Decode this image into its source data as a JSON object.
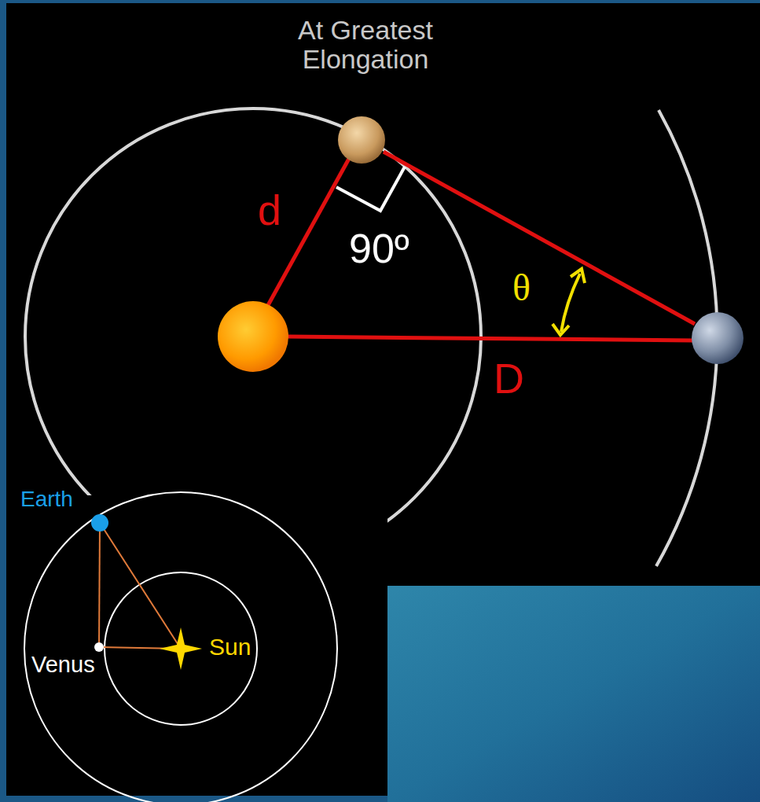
{
  "diagram": {
    "title": "At Greatest Elongation",
    "labels": [
      "d",
      "90º",
      "θ",
      "D",
      "Earth",
      "Venus",
      "Sun"
    ]
  }
}
